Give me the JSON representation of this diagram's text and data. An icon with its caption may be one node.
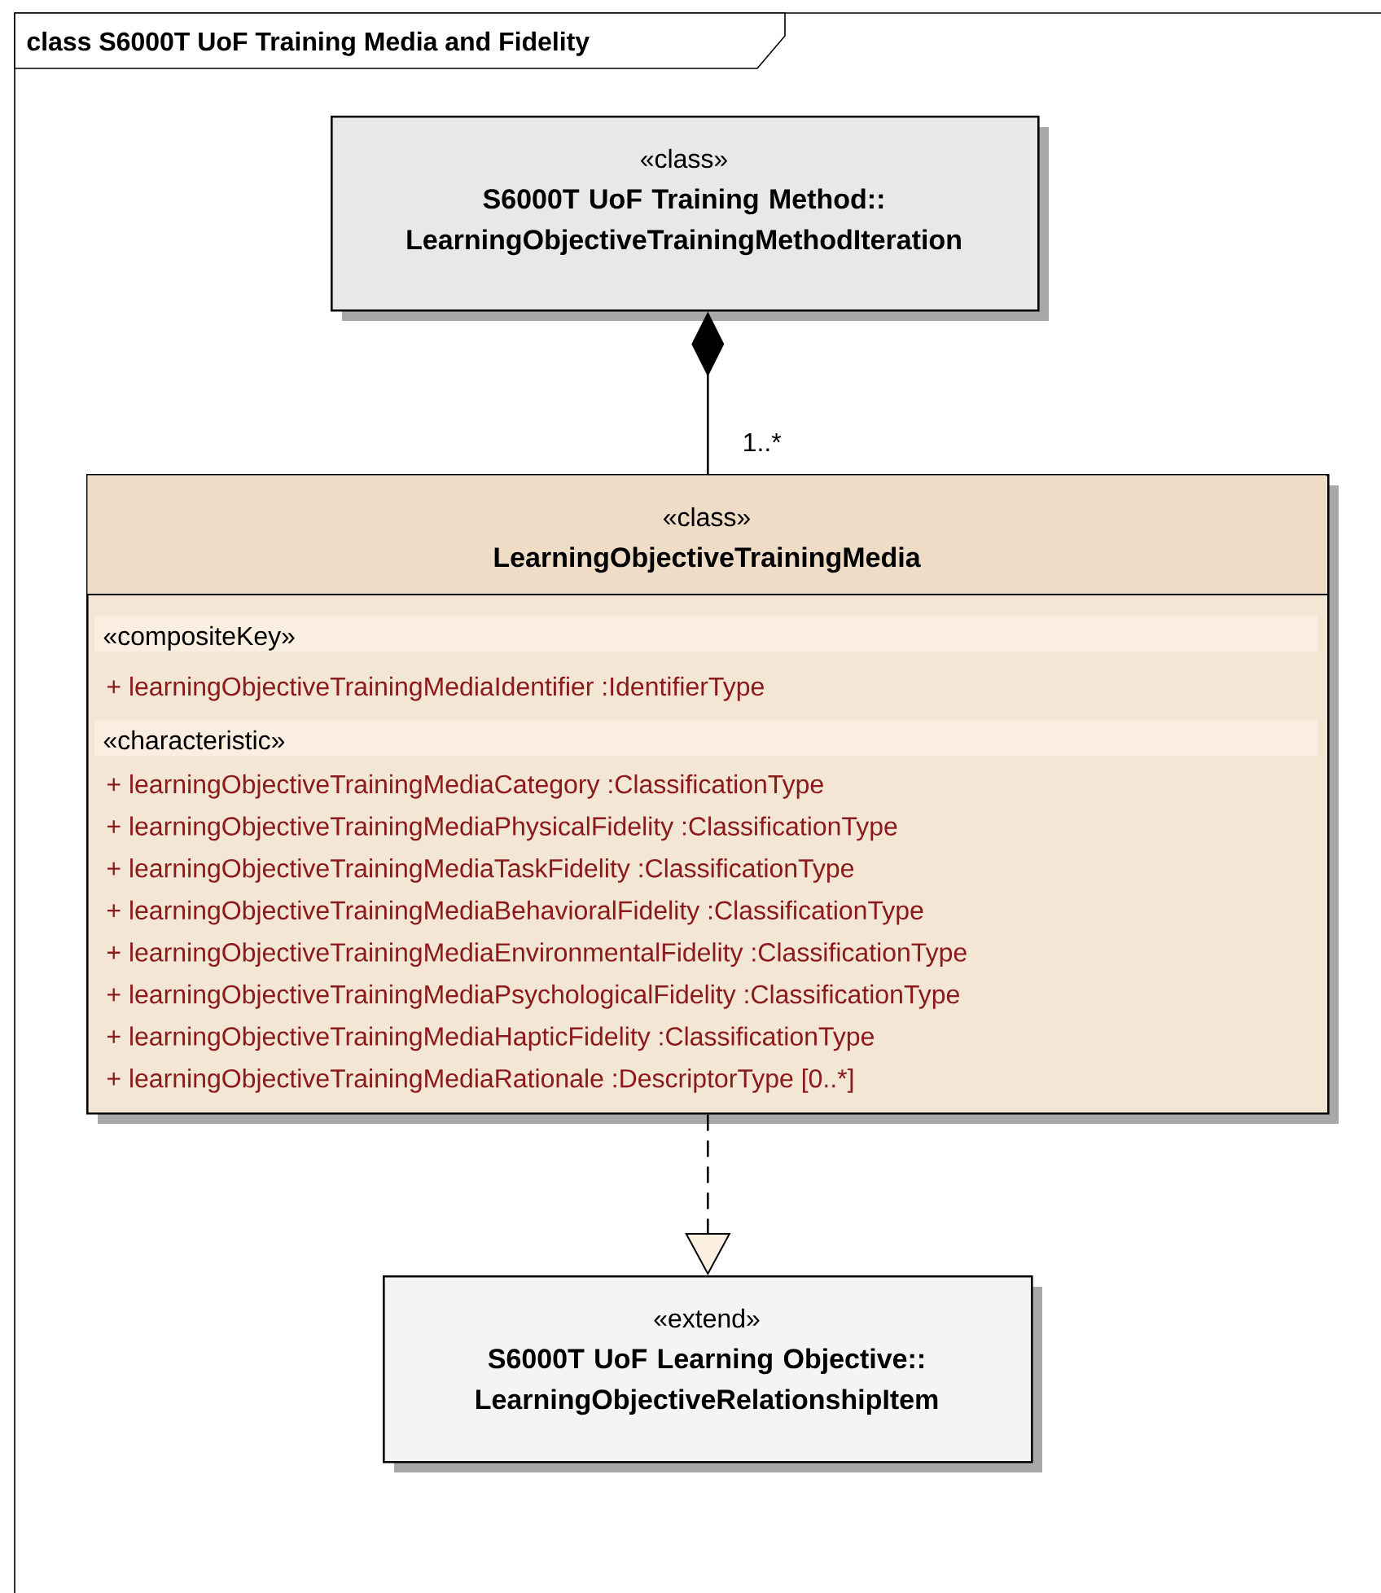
{
  "diagram": {
    "title": "class S6000T UoF Training Media and Fidelity",
    "nodes": [
      {
        "text": [
          "«class»",
          "S6000T UoF Training Method:: LearningObjectiveTrainingMethodIteration"
        ]
      },
      {
        "text": [
          "«class»",
          "LearningObjectiveTrainingMedia",
          "«compositeKey»",
          "+ learningObjectiveTrainingMediaIdentifier :IdentifierType",
          "«characteristic»",
          "+ learningObjectiveTrainingMediaCategory :ClassificationType",
          "+ learningObjectiveTrainingMediaPhysicalFidelity :ClassificationType",
          "+ learningObjectiveTrainingMediaTaskFidelity :ClassificationType",
          "+ learningObjectiveTrainingMediaBehavioralFidelity :ClassificationType",
          "+ learningObjectiveTrainingMediaEnvironmentalFidelity :ClassificationType",
          "+ learningObjectiveTrainingMediaPsychologicalFidelity :ClassificationType",
          "+ learningObjectiveTrainingMediaHapticFidelity :ClassificationType",
          "+ learningObjectiveTrainingMediaRationale :DescriptorType [0..*]"
        ]
      },
      {
        "text": [
          "«extend»",
          "S6000T UoF Learning Objective:: LearningObjectiveRelationshipItem"
        ]
      }
    ],
    "edges": [
      {
        "from": 1,
        "to": 0,
        "arrow": "other",
        "label": "1..*"
      },
      {
        "from": 1,
        "to": 2,
        "arrow": "to",
        "style": "dashed"
      }
    ]
  }
}
